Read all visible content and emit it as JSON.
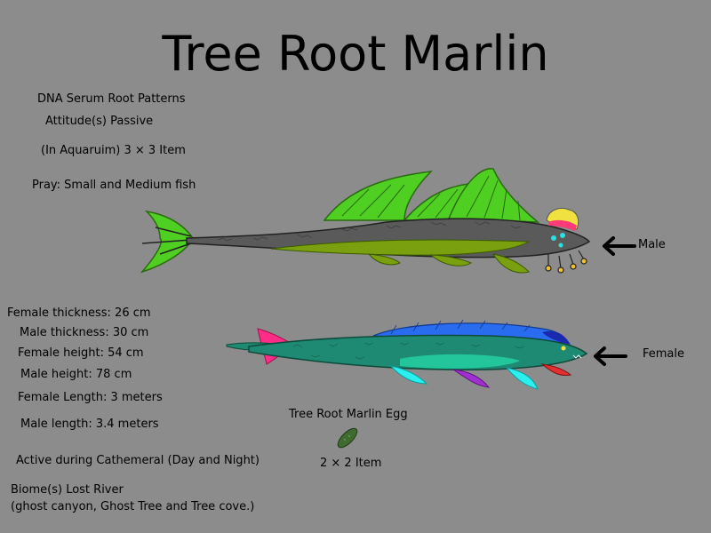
{
  "title": "Tree Root Marlin",
  "info": {
    "dna": "DNA Serum Root Patterns",
    "attitude": "Attitude(s) Passive",
    "aquarium": "(In Aquaruim) 3 × 3 Item",
    "prey": "Pray: Small and Medium fish"
  },
  "stats": {
    "female_thickness": "Female thickness: 26 cm",
    "male_thickness": "Male thickness: 30 cm",
    "female_height": "Female height: 54 cm",
    "male_height": "Male height: 78 cm",
    "female_length": "Female Length: 3 meters",
    "male_length": "Male length: 3.4 meters",
    "active": "Active during Cathemeral (Day and Night)",
    "biome_line1": "Biome(s) Lost River",
    "biome_line2": "(ghost canyon, Ghost Tree and Tree cove.)"
  },
  "egg": {
    "label": "Tree Root Marlin Egg",
    "size": "2 × 2 Item",
    "color": "#3f6a30"
  },
  "labels": {
    "male": "Male",
    "female": "Female"
  },
  "colors": {
    "background": "#8c8c8c",
    "male_body": "#5a5a5a",
    "male_fin": "#4fcf22",
    "male_belly": "#7aa010",
    "female_body": "#1f8a73",
    "female_belly": "#22c69a",
    "female_dorsal": "#2a6cf0",
    "female_tail": "#ff2c88",
    "female_ventral": "#2af0f0",
    "female_purple": "#a030d0"
  },
  "icons": {
    "male_pointer": "arrow-left-icon",
    "female_pointer": "arrow-left-icon"
  }
}
